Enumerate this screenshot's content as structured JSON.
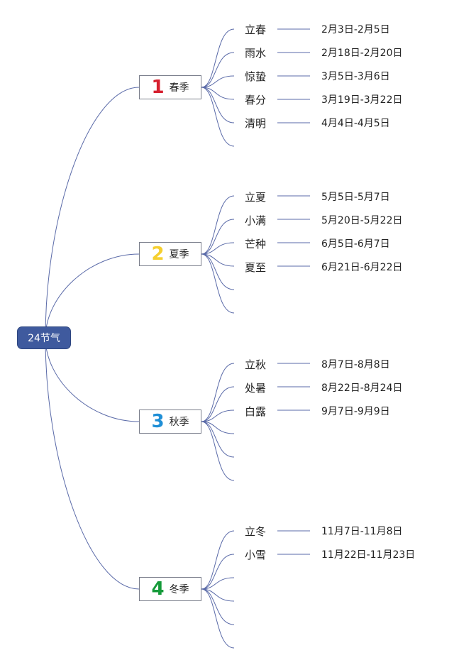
{
  "root": {
    "label": "24节气"
  },
  "seasons": [
    {
      "number": "1",
      "label": "春季",
      "color": "#d6202f",
      "terms": [
        {
          "name": "立春",
          "date": "2月3日-2月5日"
        },
        {
          "name": "雨水",
          "date": "2月18日-2月20日"
        },
        {
          "name": "惊蛰",
          "date": "3月5日-3月6日"
        },
        {
          "name": "春分",
          "date": "3月19日-3月22日"
        },
        {
          "name": "清明",
          "date": "4月4日-4月5日"
        }
      ],
      "empty_branches": 1
    },
    {
      "number": "2",
      "label": "夏季",
      "color": "#f5cf2f",
      "terms": [
        {
          "name": "立夏",
          "date": "5月5日-5月7日"
        },
        {
          "name": "小满",
          "date": "5月20日-5月22日"
        },
        {
          "name": "芒种",
          "date": "6月5日-6月7日"
        },
        {
          "name": "夏至",
          "date": "6月21日-6月22日"
        }
      ],
      "empty_branches": 2
    },
    {
      "number": "3",
      "label": "秋季",
      "color": "#1f8fd6",
      "terms": [
        {
          "name": "立秋",
          "date": "8月7日-8月8日"
        },
        {
          "name": "处暑",
          "date": "8月22日-8月24日"
        },
        {
          "name": "白露",
          "date": "9月7日-9月9日"
        }
      ],
      "empty_branches": 3
    },
    {
      "number": "4",
      "label": "冬季",
      "color": "#159a3a",
      "terms": [
        {
          "name": "立冬",
          "date": "11月7日-11月8日"
        },
        {
          "name": "小雪",
          "date": "11月22日-11月23日"
        }
      ],
      "empty_branches": 4
    }
  ],
  "colors": {
    "line": "#5a6aa8",
    "root_fill": "#3f5a9e"
  }
}
